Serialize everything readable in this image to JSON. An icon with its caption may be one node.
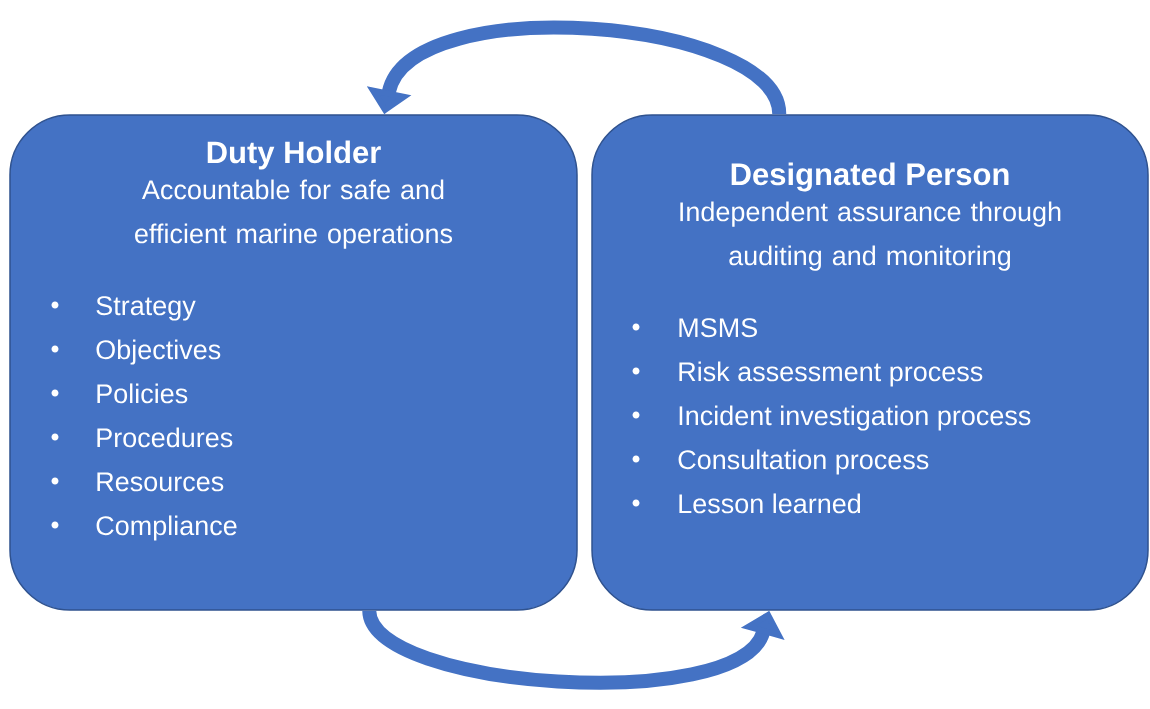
{
  "diagram": {
    "nodes": [
      {
        "text": [
          "Duty Holder",
          "Accountable for safe and efficient marine operations",
          "Strategy",
          "Objectives",
          "Policies",
          "Procedures",
          "Resources",
          "Compliance"
        ]
      },
      {
        "text": [
          "Designated Person",
          "Independent assurance through auditing and monitoring",
          "MSMS",
          "Risk assessment process",
          "Incident investigation process",
          "Consultation process",
          "Lesson learned"
        ]
      }
    ],
    "edges": [
      {
        "from": 1,
        "to": 0,
        "arrow": "to"
      },
      {
        "from": 0,
        "to": 1,
        "arrow": "to"
      }
    ]
  }
}
